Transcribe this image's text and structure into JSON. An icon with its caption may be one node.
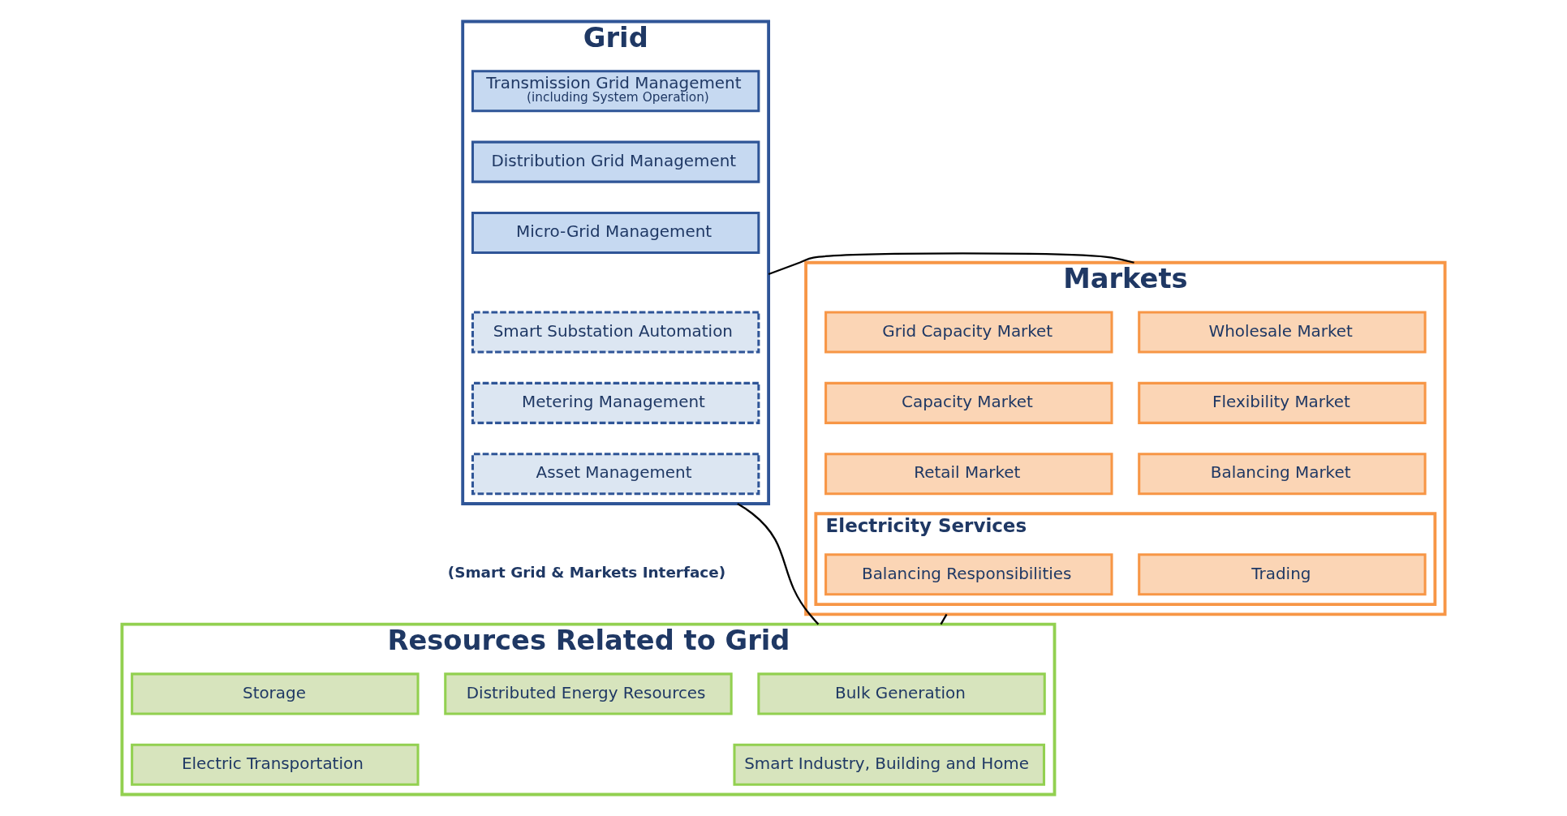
{
  "diagram": {
    "nodes": [
      {
        "text": [
          "Grid"
        ]
      },
      {
        "text": [
          "Transmission Grid Management",
          "(including System Operation)"
        ],
        "in": 0
      },
      {
        "text": [
          "Distribution Grid Management"
        ],
        "in": 0
      },
      {
        "text": [
          "Micro-Grid Management"
        ],
        "in": 0
      },
      {
        "text": [
          "Smart Substation Automation"
        ],
        "in": 0
      },
      {
        "text": [
          "Metering Management"
        ],
        "in": 0
      },
      {
        "text": [
          "Asset Management"
        ],
        "in": 0
      },
      {
        "text": [
          "Markets"
        ]
      },
      {
        "text": [
          "Wholesale Market"
        ],
        "in": 7
      },
      {
        "text": [
          "Grid Capacity Market"
        ],
        "in": 7
      },
      {
        "text": [
          "Flexibility Market"
        ],
        "in": 7
      },
      {
        "text": [
          "Capacity Market"
        ],
        "in": 7
      },
      {
        "text": [
          "Balancing Market"
        ],
        "in": 7
      },
      {
        "text": [
          "Retail Market"
        ],
        "in": 7
      },
      {
        "text": [
          "Electricity Services"
        ],
        "in": 7
      },
      {
        "text": [
          "Trading"
        ],
        "in": 14
      },
      {
        "text": [
          "Balancing Responsibilities"
        ],
        "in": 14
      },
      {
        "text": [
          "Resources Related to Grid"
        ]
      },
      {
        "text": [
          "Bulk Generation"
        ],
        "in": 17
      },
      {
        "text": [
          "Distributed Energy Resources"
        ],
        "in": 17
      },
      {
        "text": [
          "Storage"
        ],
        "in": 17
      },
      {
        "text": [
          "Smart Industry, Building and Home"
        ],
        "in": 17
      },
      {
        "text": [
          "Electric Transportation"
        ],
        "in": 17
      }
    ],
    "edges": [
      {
        "from": 0,
        "to": 7,
        "arrow": "none"
      },
      {
        "from": 0,
        "to": 17,
        "arrow": "none"
      },
      {
        "from": 7,
        "to": 17,
        "arrow": "none"
      }
    ],
    "labels": [
      "(Smart Grid & Markets Interface)"
    ]
  }
}
